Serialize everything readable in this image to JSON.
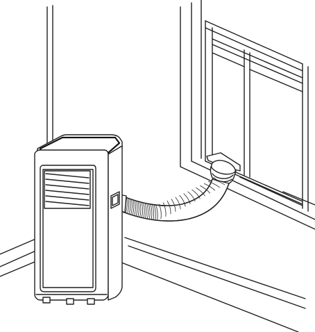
{
  "figure": {
    "description_text": "",
    "line_color": "#1f1f1f",
    "background_color": "#ffffff"
  },
  "components": {
    "room_corner": "room-corner",
    "window": "window",
    "air_conditioner": "portable-air-conditioner",
    "exhaust_hose": "exhaust-hose",
    "window_adapter": "window-adapter"
  }
}
